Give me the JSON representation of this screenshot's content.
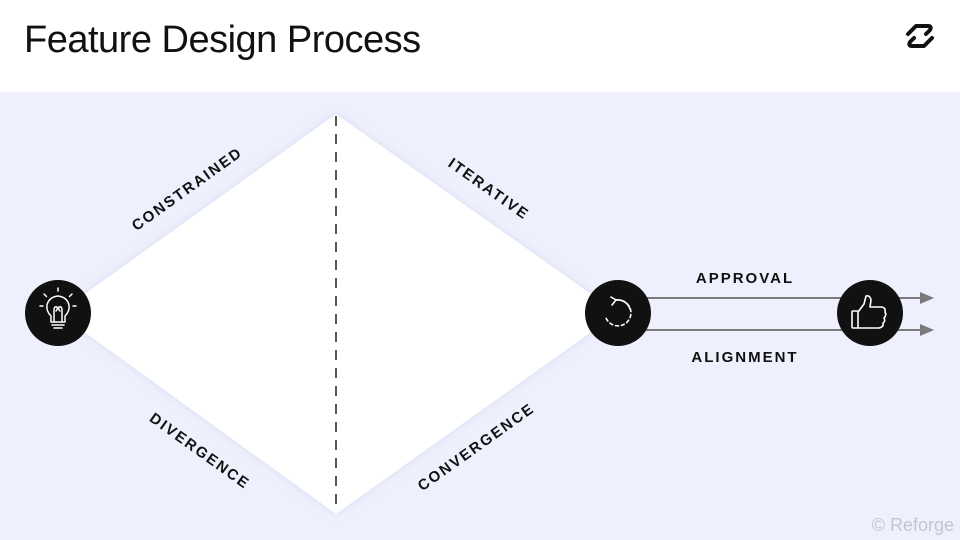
{
  "title": "Feature Design Process",
  "labels": {
    "constrained": "CONSTRAINED",
    "divergence": "DIVERGENCE",
    "iterative": "ITERATIVE",
    "convergence": "CONVERGENCE",
    "approval": "APPROVAL",
    "alignment": "ALIGNMENT"
  },
  "nodes": [
    {
      "id": "idea",
      "icon": "lightbulb-icon"
    },
    {
      "id": "iterate",
      "icon": "refresh-icon"
    },
    {
      "id": "approve",
      "icon": "thumbs-up-icon"
    }
  ],
  "copyright": "© Reforge",
  "colors": {
    "background": "#eef0fd",
    "diamond": "#ffffff",
    "node": "#111111",
    "arrow": "#7a7a7a",
    "divider": "#555555"
  }
}
